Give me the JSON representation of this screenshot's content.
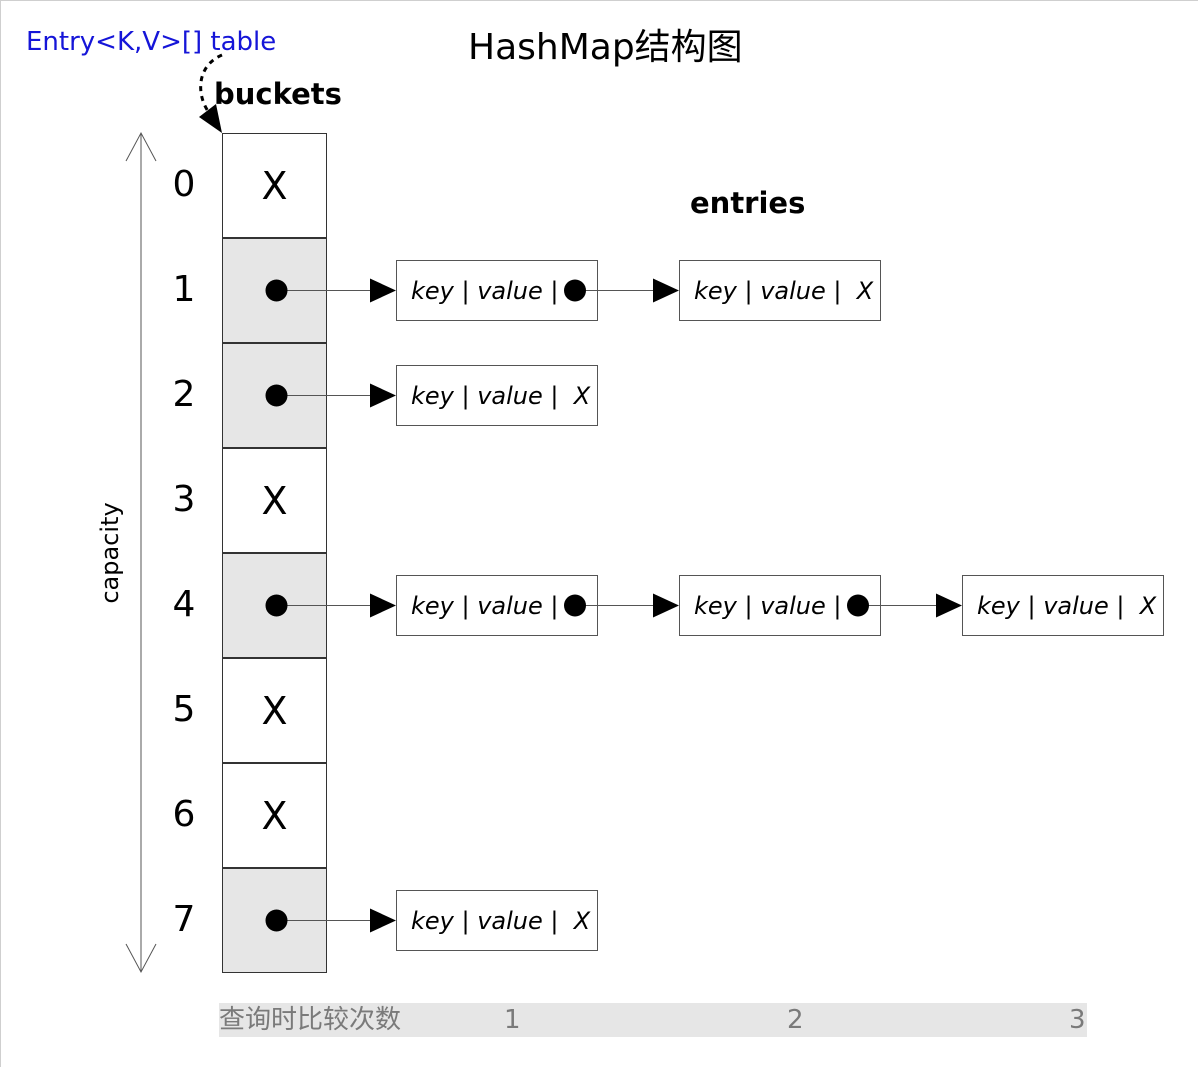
{
  "diagram": {
    "title": "HashMap结构图",
    "table_label": "Entry<K,V>[] table",
    "buckets_label": "buckets",
    "entries_label": "entries",
    "capacity_label": "capacity",
    "null_marker": "X",
    "rows": [
      {
        "index": "0",
        "filled": false,
        "entries": []
      },
      {
        "index": "1",
        "filled": true,
        "entries": [
          {
            "text": "key | value |",
            "end": "pointer"
          },
          {
            "text": "key | value |",
            "end": "X"
          }
        ]
      },
      {
        "index": "2",
        "filled": true,
        "entries": [
          {
            "text": "key | value |",
            "end": "X"
          }
        ]
      },
      {
        "index": "3",
        "filled": false,
        "entries": []
      },
      {
        "index": "4",
        "filled": true,
        "entries": [
          {
            "text": "key | value |",
            "end": "pointer"
          },
          {
            "text": "key | value |",
            "end": "pointer"
          },
          {
            "text": "key | value |",
            "end": "X"
          }
        ]
      },
      {
        "index": "5",
        "filled": false,
        "entries": []
      },
      {
        "index": "6",
        "filled": false,
        "entries": []
      },
      {
        "index": "7",
        "filled": true,
        "entries": [
          {
            "text": "key | value |",
            "end": "X"
          }
        ]
      }
    ]
  },
  "footer": {
    "label": "查询时比较次数",
    "counts": [
      "1",
      "2",
      "3"
    ]
  }
}
